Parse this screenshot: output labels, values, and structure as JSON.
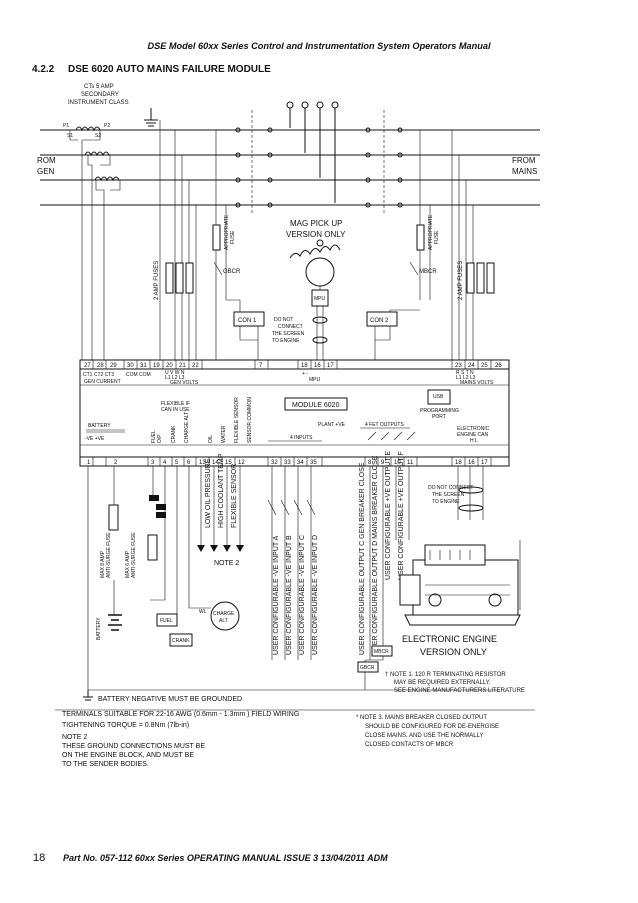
{
  "header": "DSE Model 60xx Series Control and Instrumentation System Operators Manual",
  "section": {
    "number": "4.2.2",
    "title": "DSE 6020 AUTO MAINS FAILURE MODULE"
  },
  "diagram": {
    "ct_label": [
      "CTs 5 AMP",
      "SECONDARY",
      "INSTRUMENT CLASS"
    ],
    "ct_taps": {
      "p1": "P1",
      "p2": "P2",
      "s1": "S1",
      "s2": "S2"
    },
    "from_gen": [
      "ROM",
      "GEN"
    ],
    "from_mains": [
      "FROM",
      "MAINS"
    ],
    "mag_pickup": [
      "MAG PICK UP",
      "VERSION ONLY"
    ],
    "mpu": "MPU",
    "fuse_left": [
      "APPROPRIATE",
      "FUSE"
    ],
    "fuse_right": [
      "APPROPRIATE",
      "FUSE"
    ],
    "amp_fuses_left": "2 AMP FUSES",
    "amp_fuses_right": "2 AMP FUSES",
    "gbcr": "GBCR",
    "mbcr": "MBCR",
    "con1": "CON 1",
    "con2": "CON 2",
    "screen_note": [
      "DO NOT",
      "CONNECT",
      "THE SCREEN",
      "TO ENGINE"
    ],
    "top_terminals": [
      "27",
      "28",
      "29",
      "30",
      "31",
      "19",
      "20",
      "21",
      "22",
      "7",
      "18",
      "16",
      "17",
      "23",
      "24",
      "25",
      "26"
    ],
    "top_labels": {
      "ct": "CT1  CT2  CT3",
      "com": "COM  COM",
      "gen_uvw": "U    V    W    N",
      "gen_l": "L1   L2   L3",
      "gen_current": "GEN CURRENT",
      "gen_volts": "GEN VOLTS",
      "mpu_pm": "+     -",
      "mpu": "MPU",
      "mains_rst": "R    S    T    N",
      "mains_l": "L1   L2   L3",
      "mains_volts": "MAINS VOLTS"
    },
    "module": "MODULE 6020",
    "usb": "USB",
    "prog_port": [
      "PROGRAMMING",
      "PORT"
    ],
    "can": [
      "ELECTRONIC",
      "ENGINE CAN",
      "H    L"
    ],
    "flexible": [
      "FLEXIBLE IF",
      "CAN IN USE"
    ],
    "battery": "BATTERY",
    "bat_pm": "-VE    +VE",
    "fuel_crank": [
      "FUEL",
      "O/P",
      "CRANK"
    ],
    "charge_alt": "CHARGE ALT",
    "senders": [
      "OIL",
      "WATER",
      "FLEXIBLE SENSOR",
      "SENSOR COMMON"
    ],
    "plant_ve": "PLANT +VE",
    "four_inputs": "4 INPUTS",
    "four_fet": "4 FET OUTPUTS",
    "bottom_terminals": [
      "1",
      "2",
      "3",
      "4",
      "5",
      "6",
      "13",
      "14",
      "15",
      "12",
      "32",
      "33",
      "34",
      "35",
      "8",
      "9",
      "10",
      "11",
      "18",
      "16",
      "17"
    ],
    "sender_names": [
      "LOW OIL PRESSURE",
      "HIGH COOLANT TEMP",
      "FLEXIBLE SENSOR"
    ],
    "note2_tag": "NOTE 2",
    "inputs": [
      "USER CONFIGURABLE -VE INPUT A",
      "USER CONFIGURABLE -VE INPUT B",
      "USER CONFIGURABLE -VE INPUT C",
      "USER CONFIGURABLE -VE INPUT D"
    ],
    "outputs": [
      "USER CONFIGURABLE OUTPUT C GEN BREAKER CLOSE",
      "USER CONFIGURABLE OUTPUT D MAINS BREAKER CLOSE",
      "USER CONFIGURABLE +VE OUTPUT E",
      "USER CONFIGURABLE +VE OUTPUT F"
    ],
    "fuse_batt": [
      "MAX 8 AMP",
      "ANTI-SURGE FUSE"
    ],
    "fuse_batt2": [
      "MAX 6 AMP",
      "ANTI-SURGE FUSE"
    ],
    "batt_sym": "BATTERY",
    "fuel": "FUEL",
    "crank": "CRANK",
    "wl": "WL",
    "charge": [
      "CHARGE",
      "ALT"
    ],
    "mbcr_box": "MBCR",
    "gbcr_box": "GBCR",
    "screen_note2": [
      "DO NOT CONNECT",
      "THE SCREEN",
      "TO ENGINE"
    ],
    "ecu": [
      "ELECTRONIC ENGINE",
      "VERSION ONLY"
    ],
    "note1": [
      "† NOTE 1. 120 R TERMINATING RESISTOR",
      "MAY BE REQUIRED EXTERNALLY.",
      "SEE ENGINE MANUFACTURERS LITERATURE"
    ],
    "batt_neg": "BATTERY NEGATIVE MUST BE GROUNDED",
    "awg": [
      "TERMINALS SUITABLE FOR 22-16 AWG (0.6mm - 1.3mm ) FIELD WIRING",
      "TIGHTENING TORQUE = 0.8Nm (7lb-in)"
    ],
    "note2": [
      "NOTE 2",
      "THESE GROUND CONNECTIONS MUST BE",
      "ON THE ENGINE BLOCK, AND MUST BE",
      "TO THE SENDER BODIES."
    ],
    "note3": [
      "* NOTE 3. MAINS BREAKER CLOSED OUTPUT",
      "SHOULD BE CONFIGURED FOR DE-ENERGISE",
      "CLOSE MAINS, AND USE THE NORMALLY",
      "CLOSED CONTACTS OF MBCR"
    ]
  },
  "footer": {
    "page": "18",
    "text": "Part No. 057-112 60xx Series OPERATING MANUAL ISSUE 3 13/04/2011 ADM"
  }
}
